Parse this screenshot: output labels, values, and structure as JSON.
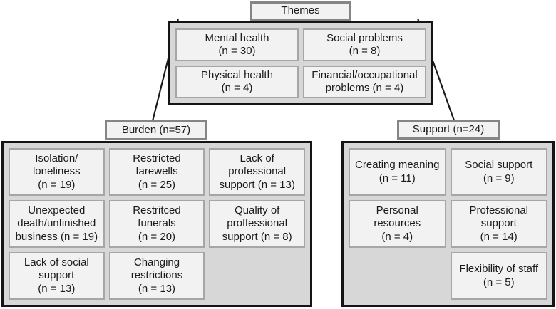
{
  "diagram": {
    "root_label": "Themes",
    "themes": {
      "cells": [
        {
          "text": "Mental health\n(n = 30)"
        },
        {
          "text": "Social problems\n(n = 8)"
        },
        {
          "text": "Physical health\n(n = 4)"
        },
        {
          "text": "Financial/occupational\nproblems (n = 4)"
        }
      ]
    },
    "burden": {
      "label": "Burden (n=57)",
      "cells": [
        {
          "text": "Isolation/\nloneliness\n(n = 19)"
        },
        {
          "text": "Restricted\nfarewells\n(n = 25)"
        },
        {
          "text": "Lack of\nprofessional\nsupport (n = 13)"
        },
        {
          "text": "Unexpected\ndeath/unfinished\nbusiness (n = 19)"
        },
        {
          "text": "Restritced\nfunerals\n(n = 20)"
        },
        {
          "text": "Quality of\nproffessional\nsupport (n = 8)"
        },
        {
          "text": "Lack of social\nsupport\n(n = 13)"
        },
        {
          "text": "Changing\nrestrictions\n(n = 13)"
        }
      ]
    },
    "support": {
      "label": "Support (n=24)",
      "cells": [
        {
          "text": "Creating meaning\n(n = 11)"
        },
        {
          "text": "Social support\n(n = 9)"
        },
        {
          "text": "Personal\nresources\n(n = 4)"
        },
        {
          "text": "Professional\nsupport\n(n = 14)"
        },
        {
          "text": "Flexibility of staff\n(n = 5)"
        }
      ]
    },
    "colors": {
      "container_fill": "#d7d7d7",
      "cell_fill": "#f2f2f2",
      "cell_border": "#a6a6a6",
      "outer_border": "#141414",
      "title_border": "#858585",
      "connector_line": "#1a1a1a",
      "text": "#1a1a1a",
      "background": "#ffffff"
    }
  }
}
